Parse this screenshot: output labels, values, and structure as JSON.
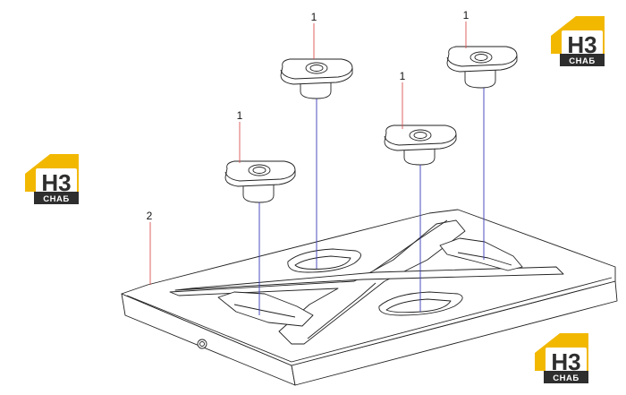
{
  "diagram": {
    "callouts": {
      "washer_a": "1",
      "washer_b": "1",
      "washer_c": "1",
      "washer_d": "1",
      "plate": "2"
    }
  },
  "logo": {
    "mark": "H3",
    "subtitle": "СНАБ",
    "colors": {
      "yellow": "#f2b800",
      "dark": "#2e2e2e",
      "white": "#ffffff"
    }
  },
  "colors": {
    "line": "#222222",
    "leader_red": "#d9534f",
    "leader_blue": "#3a3ab8"
  }
}
